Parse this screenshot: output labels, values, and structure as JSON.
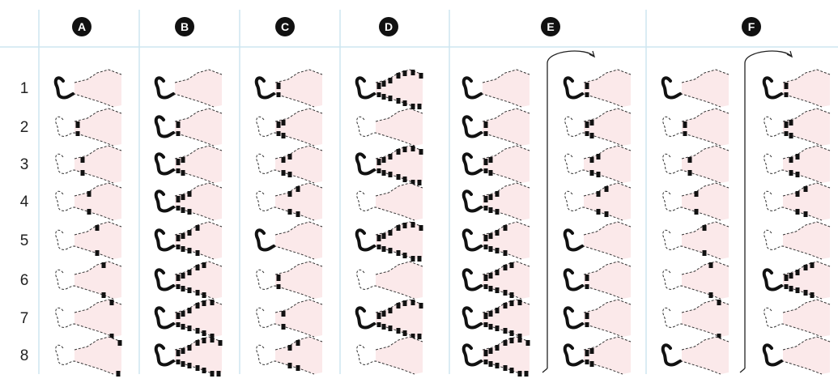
{
  "diagram": {
    "columns": [
      "A",
      "B",
      "C",
      "D",
      "E",
      "F"
    ],
    "rows": [
      "1",
      "2",
      "3",
      "4",
      "5",
      "6",
      "7",
      "8"
    ],
    "colors": {
      "leg_fill": "#fbe9ea",
      "outline": "#333333",
      "active": "#111111",
      "grid_line": "#cde6f1",
      "badge_bg": "#111111",
      "badge_text": "#ffffff"
    },
    "icon": "leg-compression-chamber-icon",
    "sequences": {
      "A": [
        [
          0
        ],
        [
          1
        ],
        [
          2
        ],
        [
          3
        ],
        [
          4
        ],
        [
          5
        ],
        [
          6
        ],
        [
          7
        ]
      ],
      "B": [
        [
          0
        ],
        [
          0,
          1
        ],
        [
          0,
          1,
          2
        ],
        [
          0,
          1,
          2,
          3
        ],
        [
          0,
          1,
          2,
          3,
          4
        ],
        [
          0,
          1,
          2,
          3,
          4,
          5
        ],
        [
          0,
          1,
          2,
          3,
          4,
          5,
          6
        ],
        [
          0,
          1,
          2,
          3,
          4,
          5,
          6,
          7
        ]
      ],
      "C": [
        [
          0,
          1
        ],
        [
          1,
          2
        ],
        [
          2,
          3
        ],
        [
          3,
          4
        ],
        [
          0
        ],
        [
          1
        ],
        [
          2
        ],
        [
          3,
          4
        ]
      ],
      "D": [
        [
          0,
          1,
          2,
          3,
          4,
          5,
          6,
          7
        ],
        [],
        [
          0,
          1,
          2,
          3,
          4,
          5,
          6,
          7
        ],
        [],
        [
          0,
          1,
          2,
          3,
          4,
          5,
          6,
          7
        ],
        [],
        [
          0,
          1,
          2,
          3,
          4,
          5,
          6,
          7
        ],
        []
      ],
      "E1": [
        [
          0
        ],
        [
          0,
          1
        ],
        [
          0,
          1,
          2
        ],
        [
          0,
          1,
          2,
          3
        ],
        [
          0,
          1,
          2,
          3,
          4
        ],
        [
          0,
          1,
          2,
          3,
          4,
          5
        ],
        [
          0,
          1,
          2,
          3,
          4,
          5,
          6
        ],
        [
          0,
          1,
          2,
          3,
          4,
          5,
          6,
          7
        ]
      ],
      "E2": [
        [
          0,
          1
        ],
        [
          1,
          2
        ],
        [
          2,
          3
        ],
        [
          3,
          4
        ],
        [
          0
        ],
        [
          0,
          1
        ],
        [
          0,
          1
        ],
        [
          0,
          1,
          2
        ]
      ],
      "F1": [
        [
          0
        ],
        [
          1
        ],
        [
          2
        ],
        [
          3
        ],
        [
          4
        ],
        [
          5
        ],
        [
          6
        ],
        [
          0
        ]
      ],
      "F2": [
        [
          0,
          1
        ],
        [
          1,
          2
        ],
        [
          2,
          3
        ],
        [
          3,
          4
        ],
        [],
        [
          0,
          1,
          2,
          3,
          4,
          5
        ],
        [],
        [
          0
        ]
      ]
    },
    "loop_groups": [
      "E",
      "F"
    ]
  }
}
